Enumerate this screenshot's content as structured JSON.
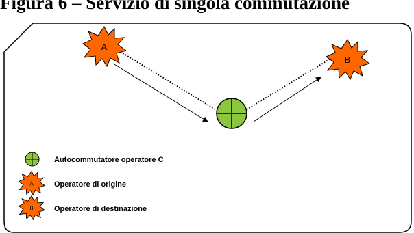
{
  "title": "Figura 6 – Servizio di singola commutazione",
  "nodes": {
    "origin_label": "A",
    "destination_label": "B"
  },
  "legend": [
    {
      "text": "Autocommutatore operatore C",
      "symbol": "switch"
    },
    {
      "text": "Operatore di origine",
      "symbol": "star",
      "symbol_label": "A"
    },
    {
      "text": "Operatore di destinazione",
      "symbol": "star",
      "symbol_label": "B"
    }
  ],
  "colors": {
    "star_fill": "#FF6600",
    "switch_fill": "#8CC63F",
    "outline": "#000000"
  }
}
